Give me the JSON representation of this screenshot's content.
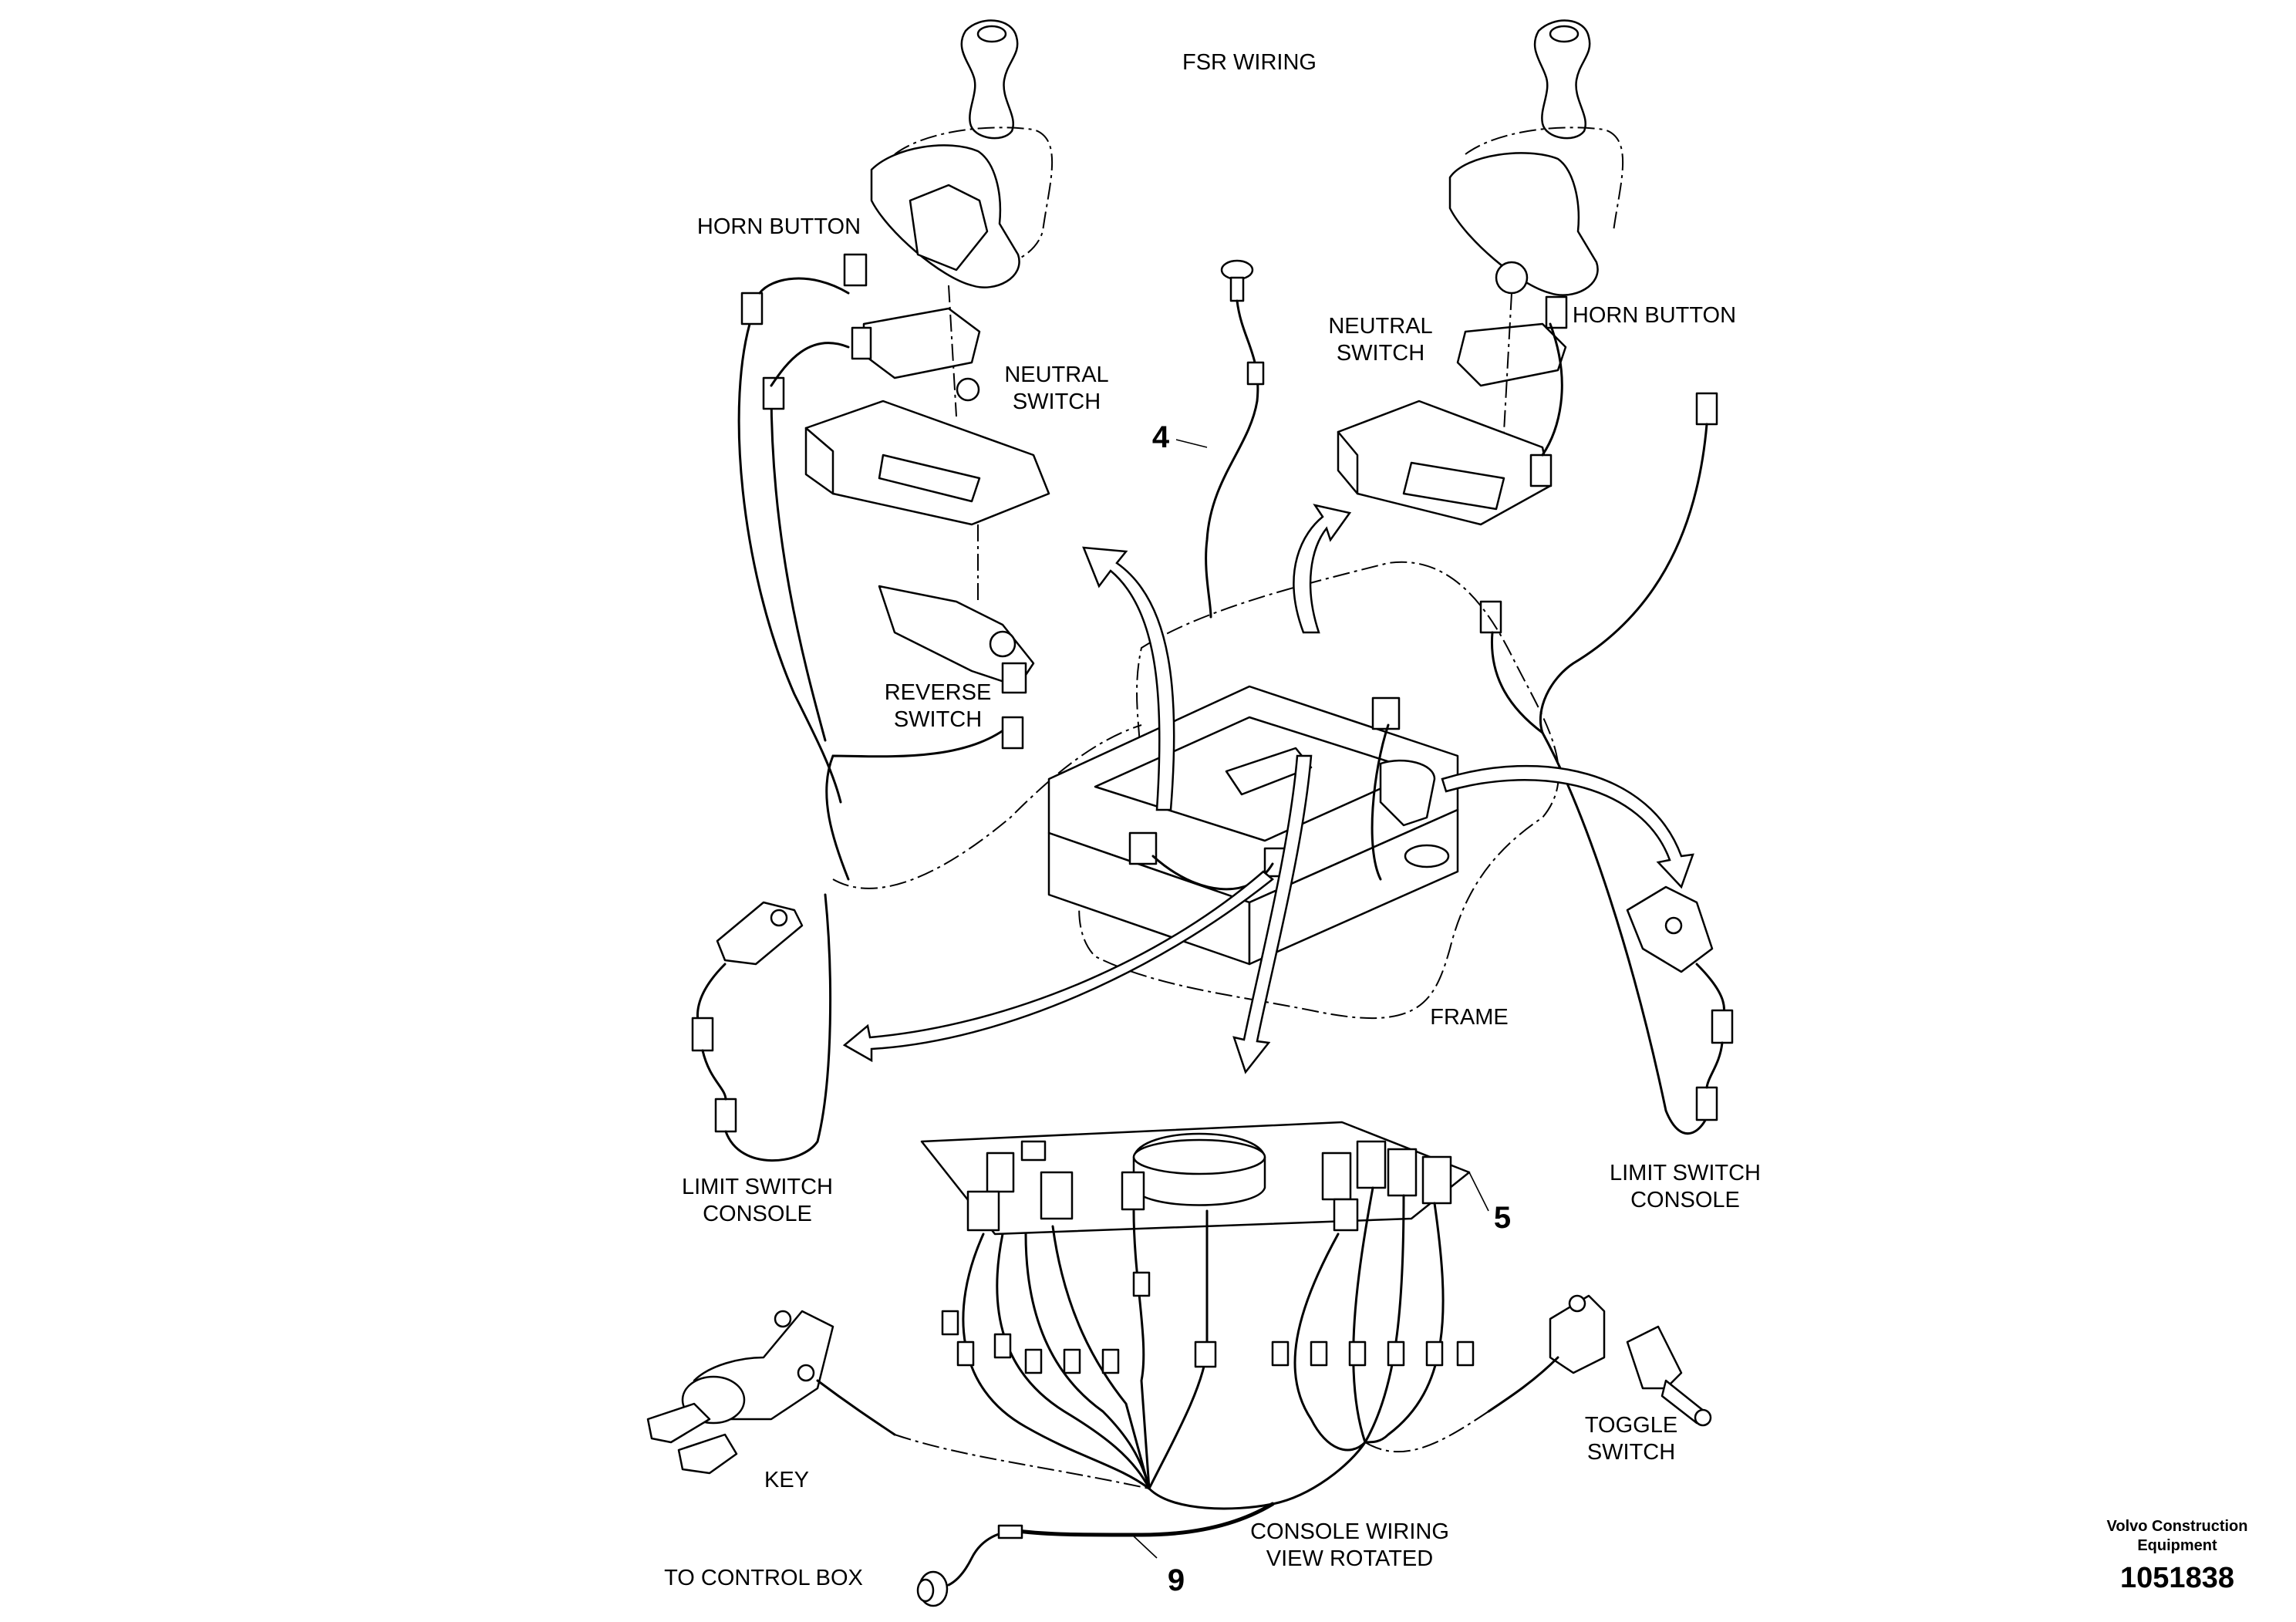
{
  "title": "FSR WIRING",
  "labels": {
    "horn_button_left": "HORN BUTTON",
    "horn_button_right": "HORN BUTTON",
    "neutral_switch_left": [
      "NEUTRAL",
      "SWITCH"
    ],
    "neutral_switch_right": [
      "NEUTRAL",
      "SWITCH"
    ],
    "reverse_switch": [
      "REVERSE",
      "SWITCH"
    ],
    "frame": "FRAME",
    "limit_switch_left": [
      "LIMIT SWITCH",
      "CONSOLE"
    ],
    "limit_switch_right": [
      "LIMIT SWITCH",
      "CONSOLE"
    ],
    "key": "KEY",
    "toggle_switch": [
      "TOGGLE",
      "SWITCH"
    ],
    "console_wiring": [
      "CONSOLE WIRING",
      "VIEW ROTATED"
    ],
    "to_control_box": "TO CONTROL BOX"
  },
  "callouts": {
    "item_4": "4",
    "item_5": "5",
    "item_9": "9"
  },
  "footer": {
    "brand_line1": "Volvo Construction",
    "brand_line2": "Equipment",
    "doc_number": "1051838"
  }
}
